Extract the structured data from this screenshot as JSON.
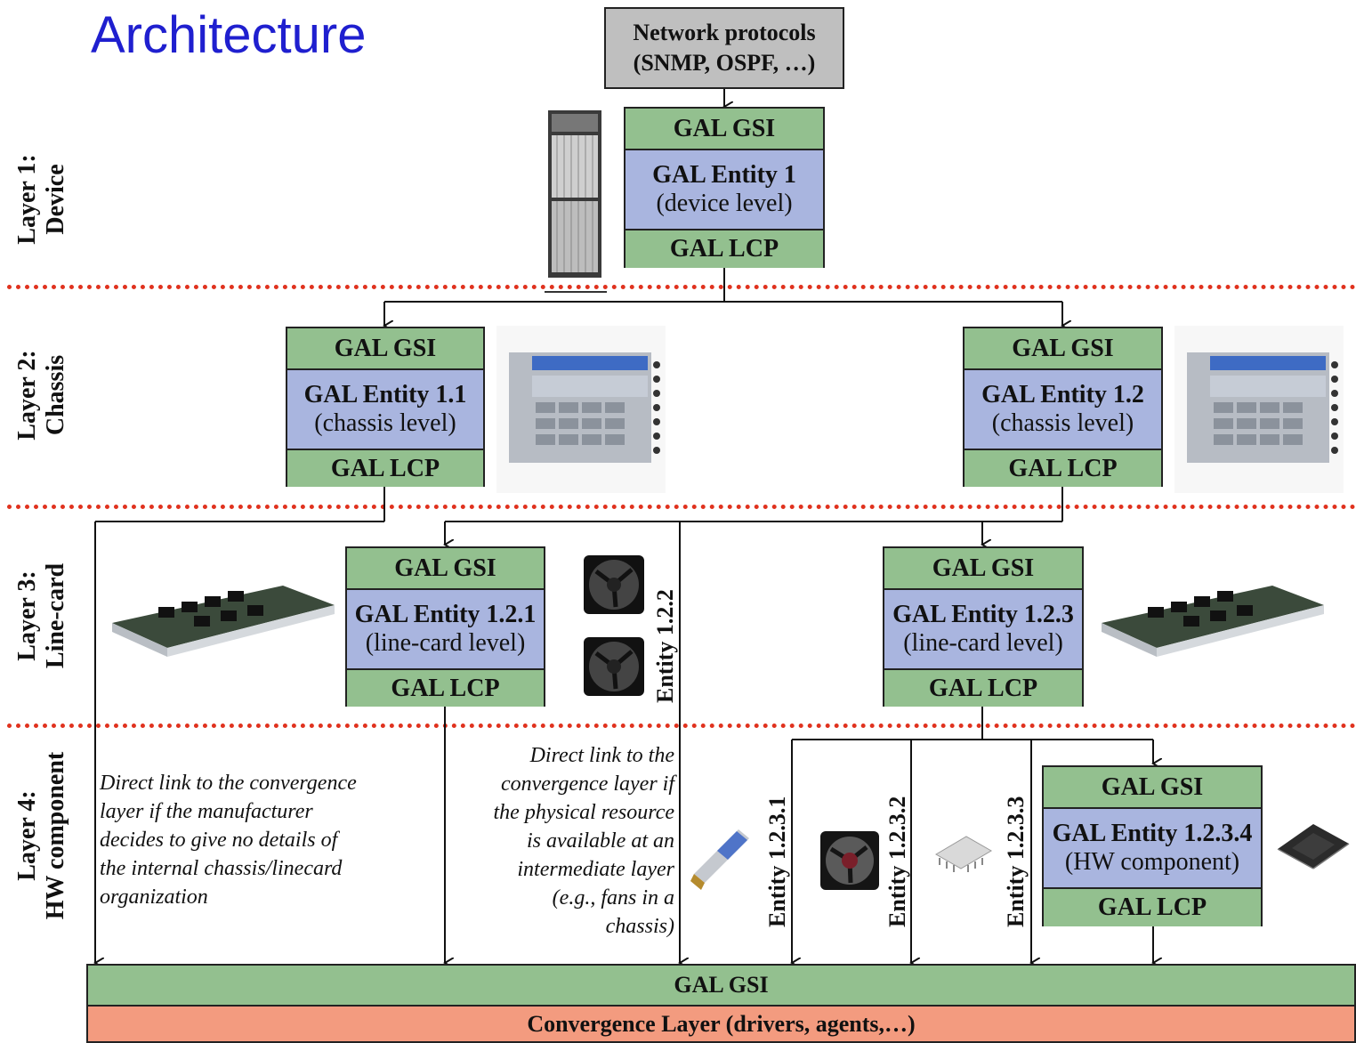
{
  "title": "Architecture",
  "layers": {
    "l1": [
      "Layer 1:",
      "Device"
    ],
    "l2": [
      "Layer 2:",
      "Chassis"
    ],
    "l3": [
      "Layer 3:",
      "Line-card"
    ],
    "l4": [
      "Layer 4:",
      "HW component"
    ]
  },
  "protocols": [
    "Network protocols",
    "(SNMP, OSPF, …)"
  ],
  "gsi": "GAL GSI",
  "lcp": "GAL LCP",
  "entities": {
    "e1": [
      "GAL Entity 1",
      "(device level)"
    ],
    "e11": [
      "GAL Entity 1.1",
      "(chassis level)"
    ],
    "e12": [
      "GAL Entity 1.2",
      "(chassis level)"
    ],
    "e121": [
      "GAL Entity 1.2.1",
      "(line-card level)"
    ],
    "e123": [
      "GAL Entity 1.2.3",
      "(line-card level)"
    ],
    "e1234": [
      "GAL Entity 1.2.3.4",
      "(HW component)"
    ]
  },
  "vertical_entities": [
    "Entity 1.2.2",
    "Entity 1.2.3.1",
    "Entity 1.2.3.2",
    "Entity 1.2.3.3"
  ],
  "notes": {
    "left": [
      "Direct link to the convergence",
      "layer if the manufacturer",
      "decides to give no details of",
      "the internal chassis/linecard",
      "organization"
    ],
    "middle": [
      "Direct link to the",
      "convergence layer if",
      "the physical resource",
      "is available at an",
      "intermediate layer",
      "(e.g., fans in a",
      "chassis)"
    ]
  },
  "bottom": {
    "gsi": "GAL GSI",
    "convergence": "Convergence Layer (drivers, agents,…)"
  },
  "colors": {
    "gal_green": "#93c08f",
    "entity_blue": "#a9b5df",
    "convergence_salmon": "#f39b7f",
    "title_blue": "#1f1fcf",
    "layer_divider": "#e0321e"
  }
}
